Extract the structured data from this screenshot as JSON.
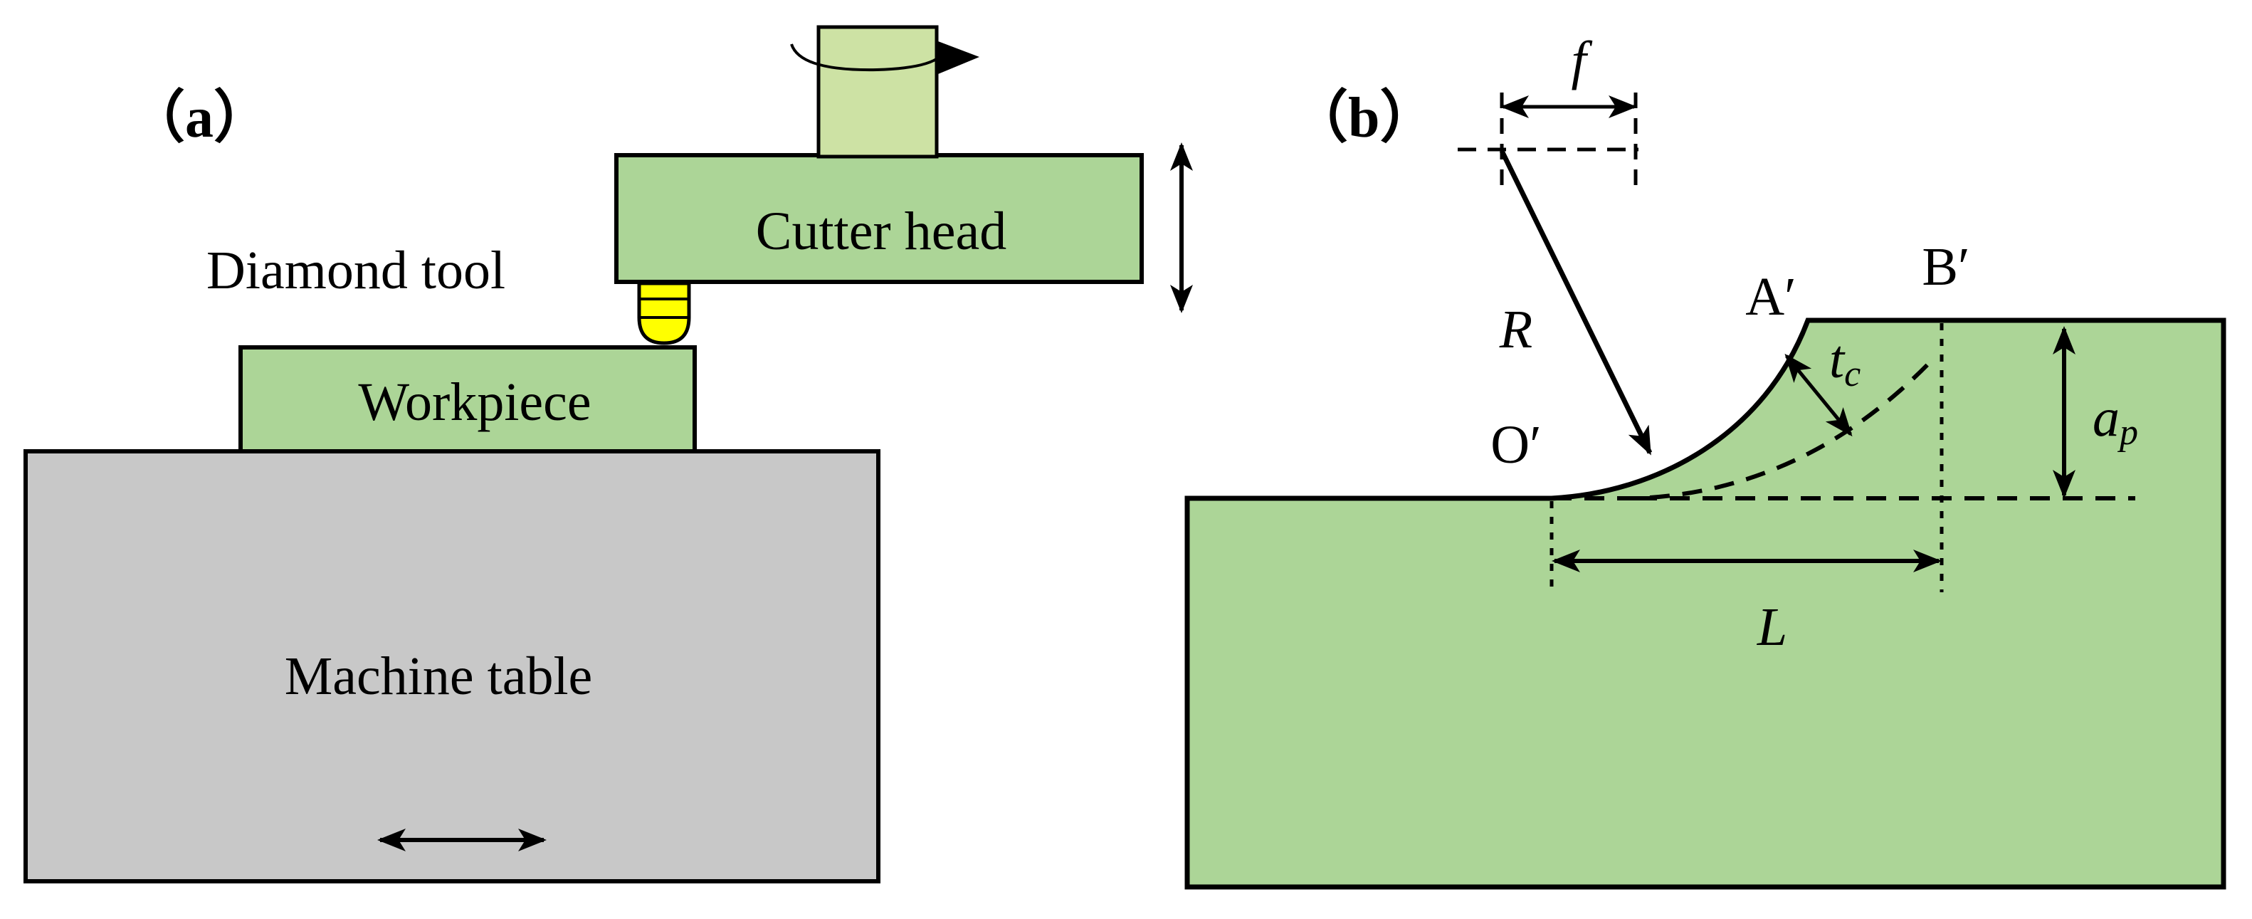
{
  "panel_a": {
    "label": "（a）",
    "cutter_head_label": "Cutter head",
    "diamond_tool_label": "Diamond tool",
    "workpiece_label": "Workpiece",
    "machine_table_label": "Machine table"
  },
  "panel_b": {
    "label": "（b）",
    "feed_label": "f",
    "radius_label": "R",
    "point_a_label": "A′",
    "point_b_label": "B′",
    "point_o_label": "O′",
    "thickness_label": "t",
    "thickness_sub": "c",
    "depth_label": "a",
    "depth_sub": "p",
    "length_label": "L"
  },
  "colors": {
    "part_green": "#acd597",
    "spindle_green": "#cde2a4",
    "table_gray": "#c8c8c8",
    "tool_yellow": "#ffff00",
    "stroke": "#000000"
  }
}
